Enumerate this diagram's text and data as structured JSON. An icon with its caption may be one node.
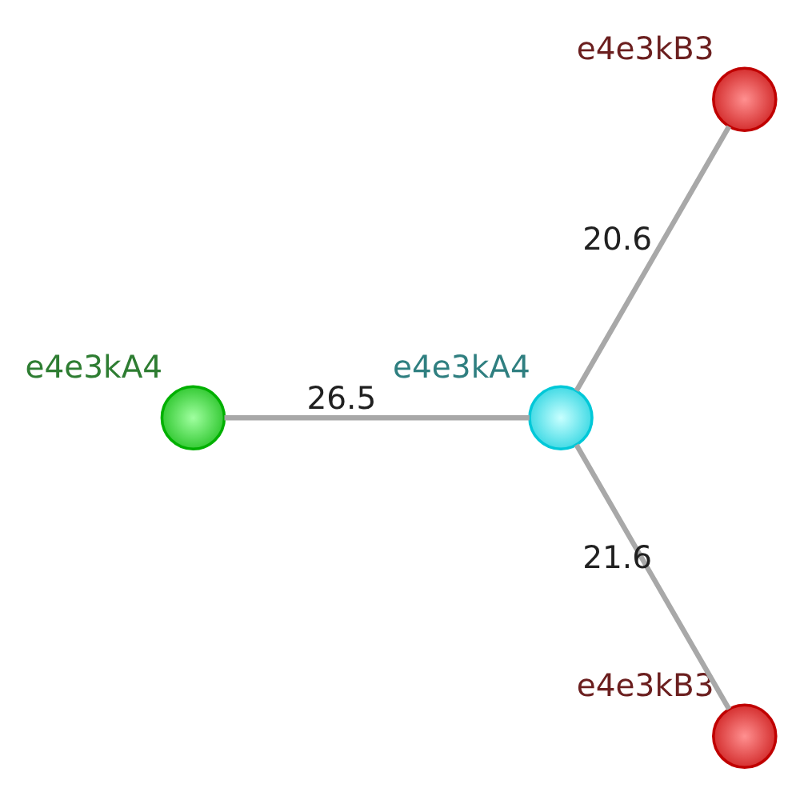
{
  "diagram": {
    "nodes": [
      {
        "text": [],
        "shape": "circle",
        "beside": [
          "e4e3kB3"
        ]
      },
      {
        "text": [],
        "shape": "circle",
        "beside": [
          "e4e3kA4"
        ]
      },
      {
        "text": [],
        "shape": "circle",
        "beside": [
          "e4e3kA4"
        ]
      },
      {
        "text": [],
        "shape": "circle",
        "beside": [
          "e4e3kB3"
        ]
      }
    ],
    "edges": [
      {
        "from": 1,
        "to": 0,
        "arrow": "none",
        "label": "20.6"
      },
      {
        "from": 1,
        "to": 2,
        "arrow": "none",
        "label": "26.5"
      },
      {
        "from": 1,
        "to": 3,
        "arrow": "none",
        "label": "21.6"
      }
    ]
  }
}
